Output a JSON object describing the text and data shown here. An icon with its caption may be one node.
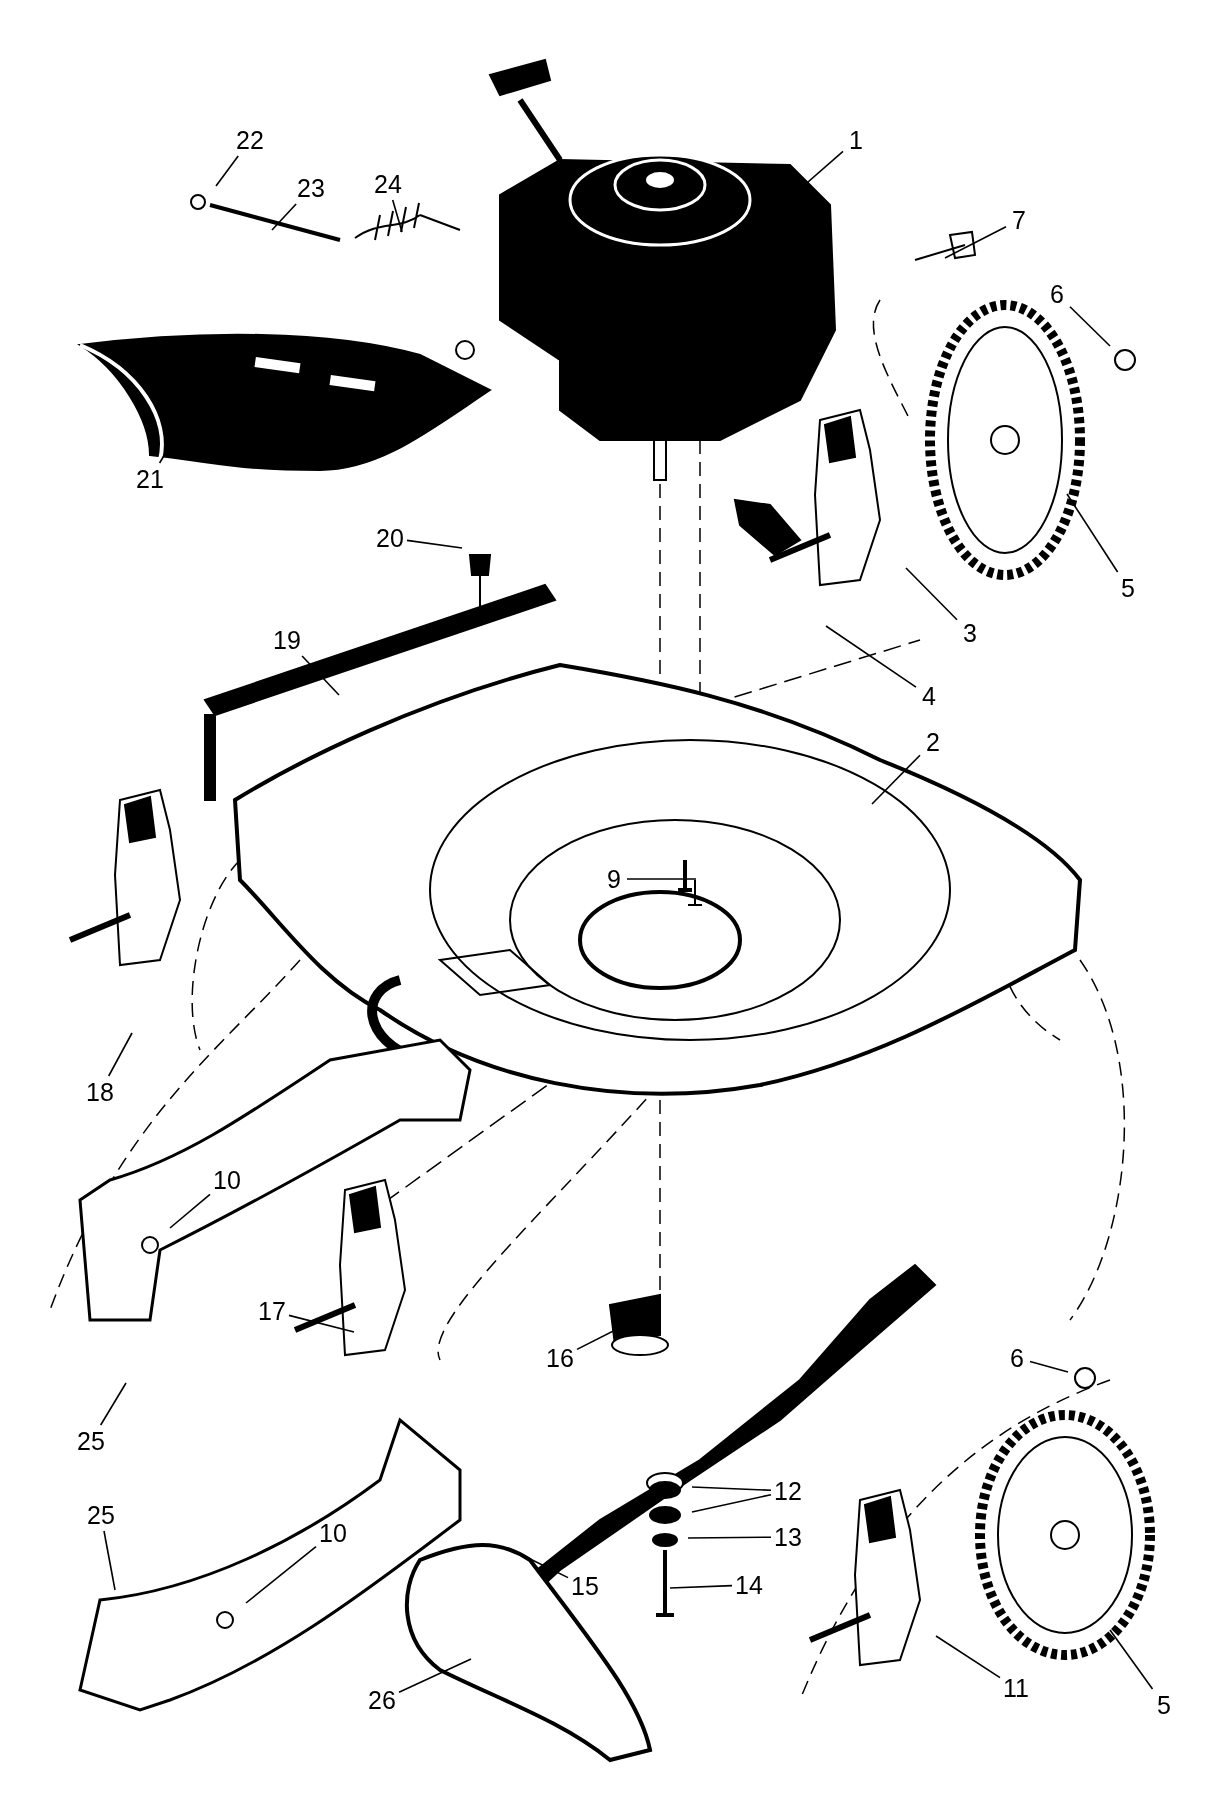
{
  "diagram": {
    "nodes": [
      {
        "text": [
          "1"
        ]
      },
      {
        "text": [
          "22"
        ]
      },
      {
        "text": [
          "24"
        ]
      },
      {
        "text": [
          "23"
        ]
      },
      {
        "text": [
          "7"
        ]
      },
      {
        "text": [
          "6"
        ]
      },
      {
        "text": [
          "21"
        ]
      },
      {
        "text": [
          "20"
        ]
      },
      {
        "text": [
          "5"
        ]
      },
      {
        "text": [
          "3"
        ]
      },
      {
        "text": [
          "19"
        ]
      },
      {
        "text": [
          "4"
        ]
      },
      {
        "text": [
          "2"
        ]
      },
      {
        "text": [
          "9"
        ]
      },
      {
        "text": [
          "18"
        ]
      },
      {
        "text": [
          "10"
        ]
      },
      {
        "text": [
          "17"
        ]
      },
      {
        "text": [
          "16"
        ]
      },
      {
        "text": [
          "6"
        ]
      },
      {
        "text": [
          "25"
        ]
      },
      {
        "text": [
          "12"
        ]
      },
      {
        "text": [
          "25"
        ]
      },
      {
        "text": [
          "10"
        ]
      },
      {
        "text": [
          "13"
        ]
      },
      {
        "text": [
          "15"
        ]
      },
      {
        "text": [
          "14"
        ]
      },
      {
        "text": [
          "11"
        ]
      },
      {
        "text": [
          "26"
        ]
      },
      {
        "text": [
          "5"
        ]
      }
    ],
    "edges": [
      {
        "from": 0,
        "to": null,
        "arrow": "none"
      },
      {
        "from": 1,
        "to": null,
        "arrow": "none"
      },
      {
        "from": 2,
        "to": null,
        "arrow": "none"
      },
      {
        "from": 3,
        "to": null,
        "arrow": "none"
      },
      {
        "from": 4,
        "to": null,
        "arrow": "none"
      },
      {
        "from": 5,
        "to": null,
        "arrow": "none"
      },
      {
        "from": 6,
        "to": null,
        "arrow": "none"
      },
      {
        "from": 7,
        "to": null,
        "arrow": "none"
      },
      {
        "from": 8,
        "to": null,
        "arrow": "none"
      },
      {
        "from": 9,
        "to": null,
        "arrow": "none"
      },
      {
        "from": 10,
        "to": null,
        "arrow": "none"
      },
      {
        "from": 11,
        "to": null,
        "arrow": "none"
      },
      {
        "from": 12,
        "to": null,
        "arrow": "none"
      },
      {
        "from": 13,
        "to": null,
        "arrow": "none"
      },
      {
        "from": 14,
        "to": null,
        "arrow": "none"
      },
      {
        "from": 15,
        "to": null,
        "arrow": "none"
      },
      {
        "from": 16,
        "to": null,
        "arrow": "none"
      },
      {
        "from": 17,
        "to": null,
        "arrow": "none"
      },
      {
        "from": 18,
        "to": null,
        "arrow": "none"
      },
      {
        "from": 19,
        "to": null,
        "arrow": "none"
      },
      {
        "from": 20,
        "to": null,
        "arrow": "none"
      },
      {
        "from": 20,
        "to": null,
        "arrow": "none"
      },
      {
        "from": 21,
        "to": null,
        "arrow": "none"
      },
      {
        "from": 22,
        "to": null,
        "arrow": "none"
      },
      {
        "from": 23,
        "to": null,
        "arrow": "none"
      },
      {
        "from": 24,
        "to": null,
        "arrow": "none"
      },
      {
        "from": 25,
        "to": null,
        "arrow": "none"
      },
      {
        "from": 26,
        "to": null,
        "arrow": "none"
      },
      {
        "from": 27,
        "to": null,
        "arrow": "none"
      },
      {
        "from": 28,
        "to": null,
        "arrow": "none"
      }
    ]
  }
}
